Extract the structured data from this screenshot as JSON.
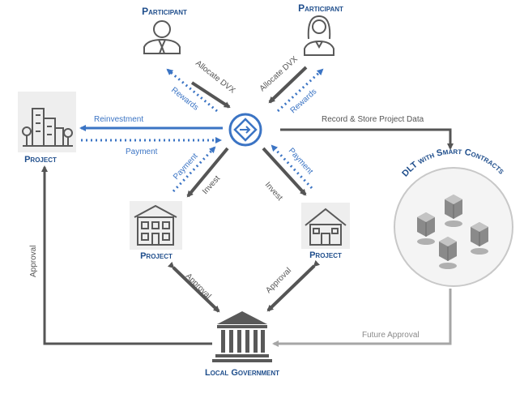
{
  "colors": {
    "accent_blue": "#3b74c4",
    "dark_arrow": "#555555",
    "light_arrow": "#a6a6a6",
    "label_navy": "#1f4e8c",
    "icon_grey": "#595959"
  },
  "nodes": {
    "participant_left": "Participant",
    "participant_right": "Participant",
    "project_left": "Project",
    "project_mid_left": "Project",
    "project_mid_right": "Project",
    "local_government": "Local Government",
    "dlt_title": "DLT with Smart Contracts"
  },
  "icons": {
    "hub": "exchange-hub-icon",
    "participant_male": "male-person-icon",
    "participant_female": "female-person-icon",
    "city_project": "city-buildings-icon",
    "house_project_left": "townhouse-icon",
    "house_project_right": "house-icon",
    "government": "government-building-icon",
    "blockchain": "blockchain-cubes-icon"
  },
  "edges": {
    "allocate_left": "Allocate DVX",
    "rewards_left": "Rewards",
    "allocate_right": "Allocate DVX",
    "rewards_right": "Rewards",
    "reinvestment": "Reinvestment",
    "payment_left": "Payment",
    "record_store": "Record & Store Project Data",
    "payment_mid_left": "Payment",
    "invest_left": "Invest",
    "invest_right": "Invest",
    "payment_mid_right": "Payment",
    "approval_left_vertical": "Approval",
    "approval_mid_left": "Approval",
    "approval_mid_right": "Approval",
    "future_approval": "Future Approval"
  }
}
